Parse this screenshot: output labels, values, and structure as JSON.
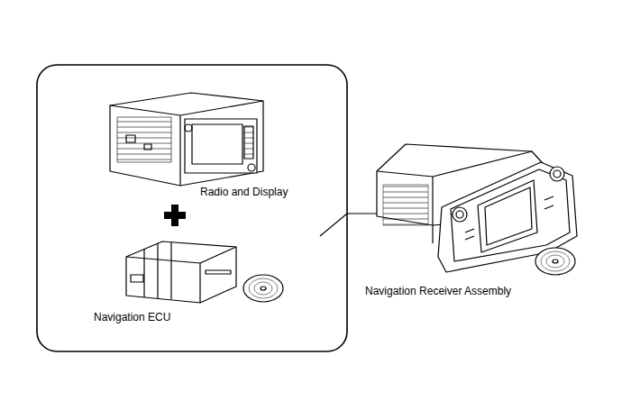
{
  "diagram": {
    "labels": [
      "Radio and Display",
      "Navigation ECU",
      "Navigation Receiver Assembly"
    ]
  }
}
